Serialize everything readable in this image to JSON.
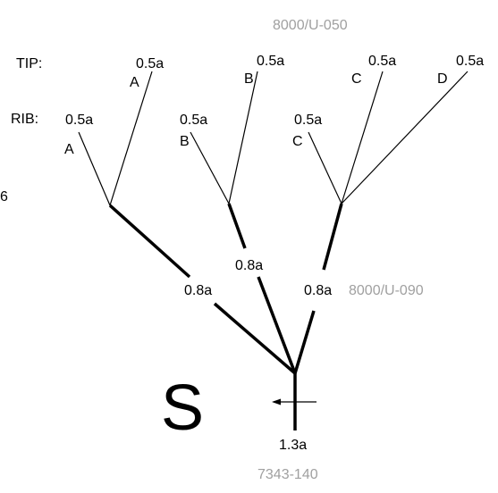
{
  "diagram": {
    "row_labels": {
      "tip": "TIP:",
      "rib": "RIB:"
    },
    "edge_digit": "6",
    "part_numbers": {
      "top": "8000/U-050",
      "side": "8000/U-090",
      "bottom": "7343-140"
    },
    "trunk_label": "1.3a",
    "main_branch_labels": [
      "0.8a",
      "0.8a",
      "0.8a"
    ],
    "rib_branches": [
      {
        "size": "0.5a",
        "letter": "A"
      },
      {
        "size": "0.5a",
        "letter": "B"
      },
      {
        "size": "0.5a",
        "letter": "C"
      }
    ],
    "tip_branches": [
      {
        "size": "0.5a",
        "letter": "A"
      },
      {
        "size": "0.5a",
        "letter": "B"
      },
      {
        "size": "0.5a",
        "letter": "C"
      },
      {
        "size": "0.5a",
        "letter": "D"
      }
    ],
    "center_mark": "S",
    "colors": {
      "line": "#000000",
      "part_number": "#a0a0a0",
      "trunk_label": "#2e9a2e"
    }
  }
}
